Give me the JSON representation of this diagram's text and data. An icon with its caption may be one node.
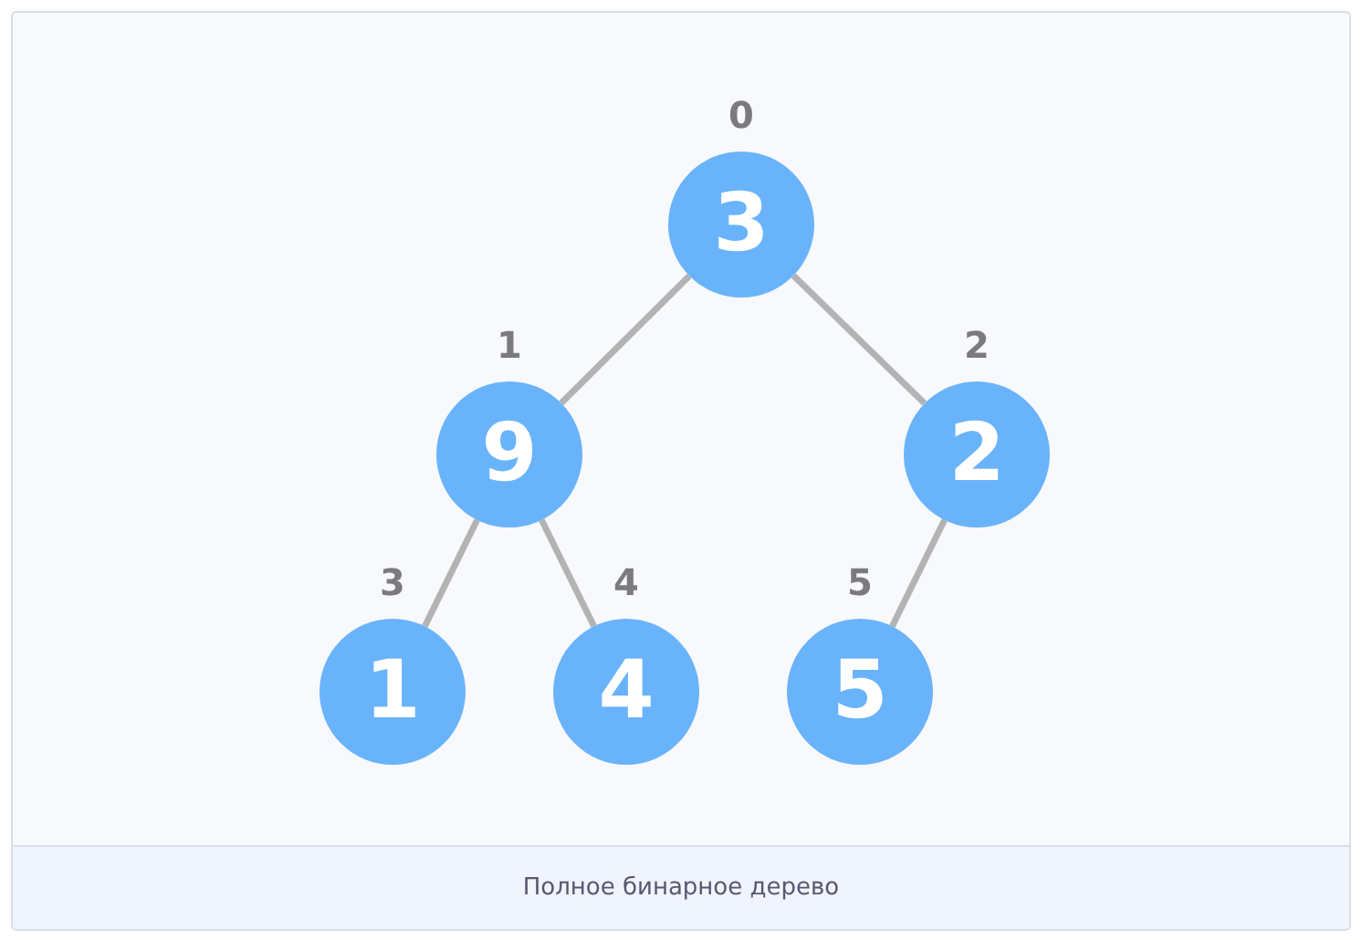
{
  "diagram": {
    "caption": "Полное бинарное дерево",
    "nodes": [
      {
        "text": [
          "3"
        ],
        "beside": [
          "0"
        ]
      },
      {
        "text": [
          "9"
        ],
        "beside": [
          "1"
        ]
      },
      {
        "text": [
          "2"
        ],
        "beside": [
          "2"
        ]
      },
      {
        "text": [
          "1"
        ],
        "beside": [
          "3"
        ]
      },
      {
        "text": [
          "4"
        ],
        "beside": [
          "4"
        ]
      },
      {
        "text": [
          "5"
        ],
        "beside": [
          "5"
        ]
      }
    ],
    "edges": [
      {
        "from": 0,
        "to": 1,
        "arrow": "none"
      },
      {
        "from": 0,
        "to": 2,
        "arrow": "none"
      },
      {
        "from": 1,
        "to": 3,
        "arrow": "none"
      },
      {
        "from": 1,
        "to": 4,
        "arrow": "none"
      },
      {
        "from": 2,
        "to": 5,
        "arrow": "none"
      }
    ]
  }
}
